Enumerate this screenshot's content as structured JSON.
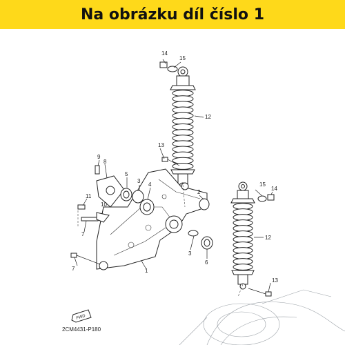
{
  "banner": {
    "text": "Na obrázku díl číslo 1",
    "color": "#fed91a"
  },
  "diagram": {
    "code": "2CM4431-P180",
    "fwd_icon": "fwd-arrow-icon",
    "fwd_label": "FWD",
    "labels": {
      "l14a": "14",
      "l15a": "15",
      "l12a": "12",
      "l13a": "13",
      "l9": "9",
      "l8": "8",
      "l5": "5",
      "l3a": "3",
      "l4": "4",
      "l2": "2",
      "l11": "11",
      "l10": "10",
      "l7a": "7",
      "l7b": "7",
      "l1": "1",
      "l3b": "3",
      "l6": "6",
      "l15b": "15",
      "l14b": "14",
      "l12b": "12",
      "l13b": "13"
    }
  }
}
